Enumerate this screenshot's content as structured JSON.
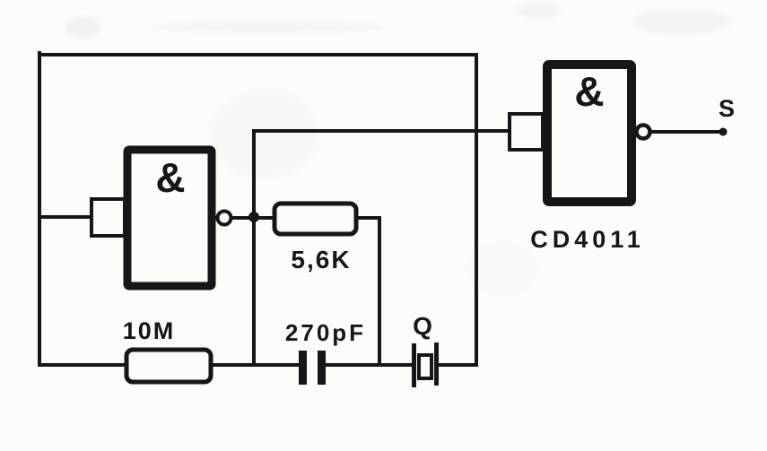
{
  "colors": {
    "ink": "#161616",
    "paper": "#fcfcf9"
  },
  "schematic": {
    "gates": [
      {
        "id": "oscillator-nand",
        "symbol": "&"
      },
      {
        "id": "buffer-nand",
        "symbol": "&"
      }
    ],
    "ic_label": "CD4011",
    "resistors": [
      {
        "id": "feedback-resistor",
        "value": "10M"
      },
      {
        "id": "series-resistor",
        "value": "5,6K"
      }
    ],
    "capacitor": {
      "value": "270pF"
    },
    "crystal": {
      "designator": "Q"
    },
    "output": {
      "label": "S"
    }
  }
}
